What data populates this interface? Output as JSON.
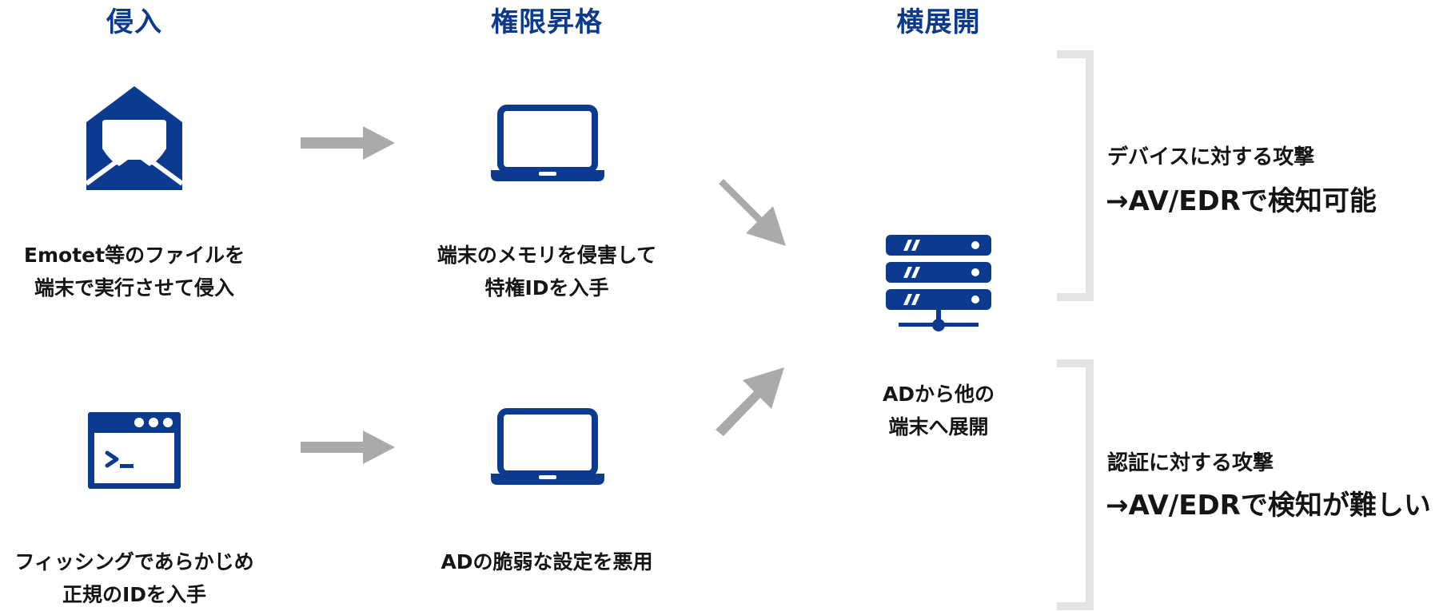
{
  "stages": {
    "intrusion": "侵入",
    "privilege_escalation": "権限昇格",
    "lateral_movement": "横展開"
  },
  "captions": {
    "email": [
      "Emotet等のファイルを",
      "端末で実行させて侵入"
    ],
    "memory": [
      "端末のメモリを侵害して",
      "特権IDを入手"
    ],
    "phishing": [
      "フィッシングであらかじめ",
      "正規のIDを入手"
    ],
    "ad_config": [
      "ADの脆弱な設定を悪用"
    ],
    "server": [
      "ADから他の",
      "端末へ展開"
    ]
  },
  "notes": {
    "device": {
      "title": "デバイスに対する攻撃",
      "detail": "→AV/EDRで検知可能"
    },
    "auth": {
      "title": "認証に対する攻撃",
      "detail": "→AV/EDRで検知が難しい"
    }
  },
  "icons": {
    "email": "envelope-icon",
    "terminal": "terminal-window-icon",
    "laptop": "laptop-icon",
    "server": "server-rack-icon",
    "arrow": "arrow-icon"
  },
  "colors": {
    "icon": "#0b3a8f",
    "arrow": "#aaaaaa",
    "bracket": "#e3e3e3",
    "title": "#0b3a8f",
    "text": "#151515"
  }
}
